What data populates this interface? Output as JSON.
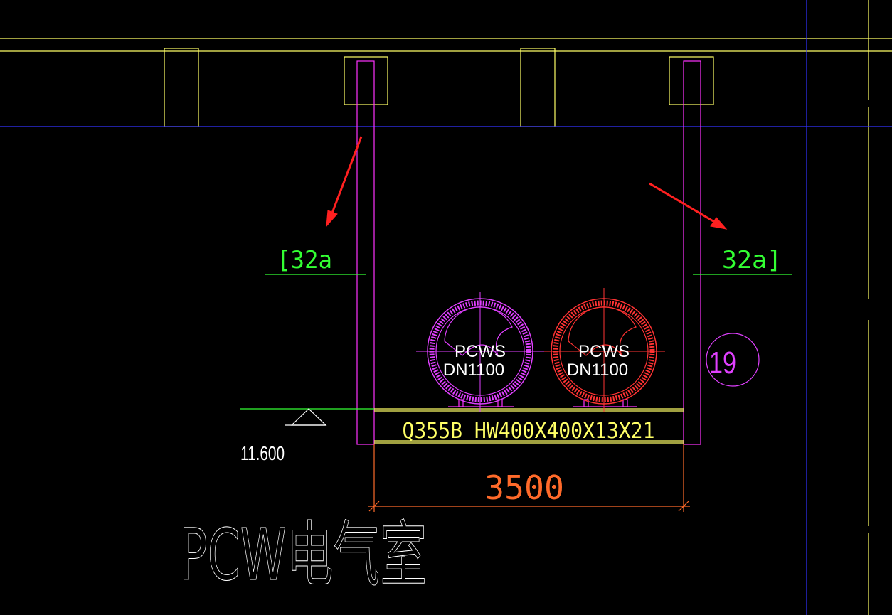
{
  "colors": {
    "background": "#000000",
    "wall": "#ffff66",
    "grid_axis": "#3333ff",
    "steel_support": "#ff33ff",
    "beam": "#ffff66",
    "dim": "#ff6a2a",
    "label": "#33ff33",
    "pipe_1": "#e040ff",
    "pipe_2": "#ff3333",
    "arrow": "#ff2020",
    "room_text": "#ffffff",
    "level": "#ffffff"
  },
  "labels": {
    "left_channel": "[32a",
    "right_channel": "32a]",
    "beam_spec": "Q355B HW400X400X13X21",
    "dimension": "3500",
    "elevation": "11.600",
    "room_name": "PCW电气室",
    "axis_number": "19"
  },
  "pipes": [
    {
      "name": "PCWS",
      "size": "DN1100"
    },
    {
      "name": "PCWS",
      "size": "DN1100"
    }
  ],
  "icons": {
    "arrows": "red-arrow-icon",
    "level": "elevation-triangle-icon",
    "axis": "grid-axis-bubble-icon"
  }
}
